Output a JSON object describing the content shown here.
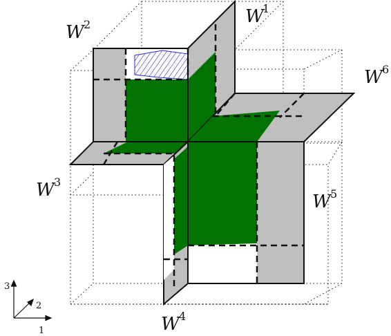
{
  "colors": {
    "green": "#007300",
    "gray": "#bfbfbf",
    "hatch": "#2a2ad6",
    "line": "#111111"
  },
  "planes": [
    {
      "id": "W1",
      "base": "W",
      "sup": "1"
    },
    {
      "id": "W2",
      "base": "W",
      "sup": "2"
    },
    {
      "id": "W3",
      "base": "W",
      "sup": "3"
    },
    {
      "id": "W4",
      "base": "W",
      "sup": "4"
    },
    {
      "id": "W5",
      "base": "W",
      "sup": "5"
    },
    {
      "id": "W6",
      "base": "W",
      "sup": "6"
    }
  ],
  "axes": {
    "x": "1",
    "y": "2",
    "z": "3"
  }
}
